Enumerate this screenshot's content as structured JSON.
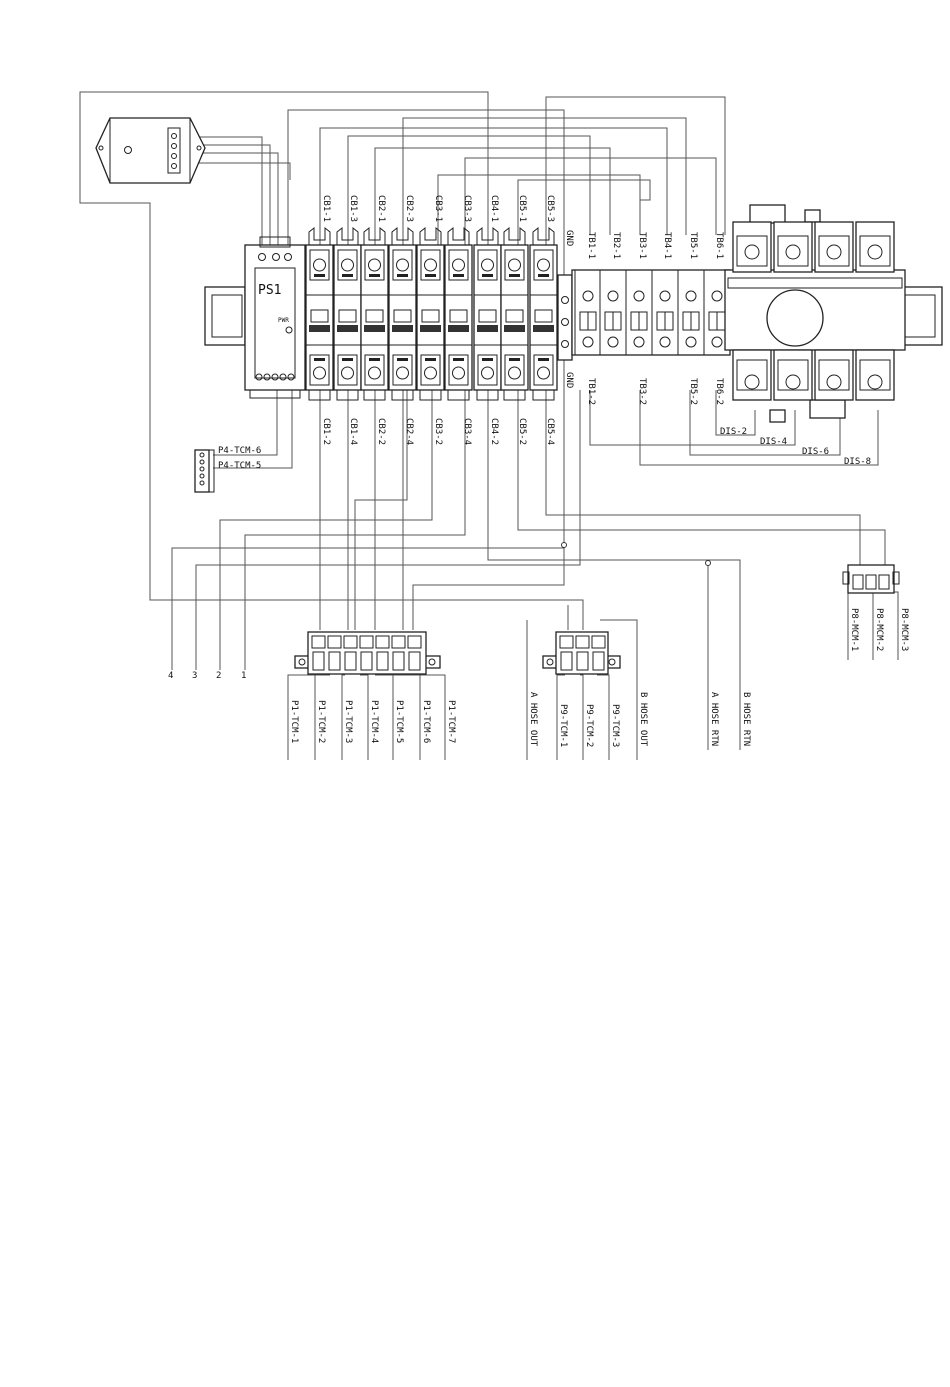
{
  "devices": {
    "ps1": "PS1",
    "ps1_mark": "PWR"
  },
  "top_breaker_labels": [
    "CB1-1",
    "CB1-3",
    "CB2-1",
    "CB2-3",
    "CB3-1",
    "CB3-3",
    "CB4-1",
    "CB5-1",
    "CB5-3"
  ],
  "bottom_breaker_labels": [
    "CB1-2",
    "CB1-4",
    "CB2-2",
    "CB2-4",
    "CB3-2",
    "CB3-4",
    "CB4-2",
    "CB5-2",
    "CB5-4"
  ],
  "gnd_labels": [
    "GND",
    "GND"
  ],
  "top_tb_labels": [
    "TB1-1",
    "TB2-1",
    "TB3-1",
    "TB4-1",
    "TB5-1",
    "TB6-1"
  ],
  "bottom_tb_labels": [
    "TB1-2",
    "TB3-2",
    "TB5-2",
    "TB6-2"
  ],
  "dis_labels": [
    "DIS-2",
    "DIS-4",
    "DIS-6",
    "DIS-8"
  ],
  "p4_labels": [
    "P4-TCM-6",
    "P4-TCM-5"
  ],
  "p1_labels": [
    "P1-TCM-1",
    "P1-TCM-2",
    "P1-TCM-3",
    "P1-TCM-4",
    "P1-TCM-5",
    "P1-TCM-6",
    "P1-TCM-7"
  ],
  "p9_labels": [
    "A HOSE OUT",
    "P9-TCM-1",
    "P9-TCM-2",
    "P9-TCM-3",
    "B HOSE OUT"
  ],
  "rtn_labels": [
    "A HOSE RTN",
    "B HOSE RTN"
  ],
  "p8_labels": [
    "P8-MCM-1",
    "P8-MCM-2",
    "P8-MCM-3"
  ],
  "numbers": [
    "4",
    "3",
    "2",
    "1"
  ]
}
